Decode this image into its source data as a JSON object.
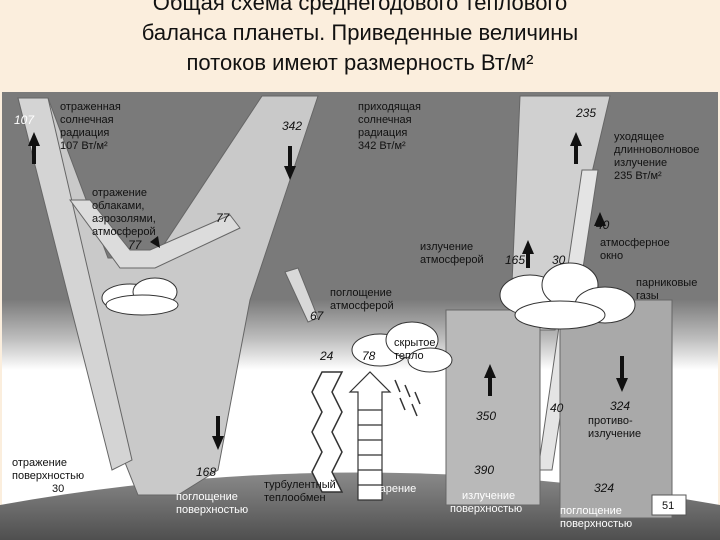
{
  "title": {
    "line1": "Общая схема среднегодового теплового",
    "line2": "баланса планеты. Приведенные величины",
    "line3": "потоков имеют размерность Вт/м²"
  },
  "page_number": "51",
  "labels": {
    "reflected_solar": [
      "отраженная",
      "солнечная",
      "радиация",
      "107 Вт/м²"
    ],
    "incoming_solar": [
      "приходящая",
      "солнечная",
      "радиация",
      "342 Вт/м²"
    ],
    "outgoing_longwave": [
      "уходящее",
      "длинноволновое",
      "излучение",
      "235 Вт/м²"
    ],
    "cloud_reflection": [
      "отражение",
      "облаками,",
      "аэрозолями,",
      "атмосферой"
    ],
    "atmosphere_emission": [
      "излучение",
      "атмосферой"
    ],
    "atmospheric_window": [
      "атмосферное",
      "окно"
    ],
    "greenhouse_gases": [
      "парниковые",
      "газы"
    ],
    "atmosphere_absorption": [
      "поглощение",
      "атмосферой"
    ],
    "latent_heat": [
      "скрытое",
      "тепло"
    ],
    "surface_reflection": [
      "отражение",
      "поверхностью"
    ],
    "turbulent_exchange": [
      "турбулентный",
      "теплообмен"
    ],
    "evaporation": [
      "испарение"
    ],
    "surface_absorption_1": [
      "поглощение",
      "поверхностью"
    ],
    "surface_emission": [
      "излучение",
      "поверхностью"
    ],
    "back_radiation": [
      "противо-",
      "излучение"
    ],
    "surface_absorption_2": [
      "поглощение",
      "поверхностью"
    ]
  },
  "values": {
    "reflected": "107",
    "incoming": "342",
    "outgoing": "235",
    "cloud_77_a": "77",
    "cloud_77_b": "77",
    "window": "40",
    "atm_emission": "165",
    "atm_30": "30",
    "atm_absorbed": "67",
    "turbulent": "24",
    "latent": "78",
    "surface_reflected": "30",
    "surface_absorbed": "168",
    "surface_350": "350",
    "window_40b": "40",
    "back": "324",
    "surface_390": "390",
    "surface_324": "324"
  }
}
